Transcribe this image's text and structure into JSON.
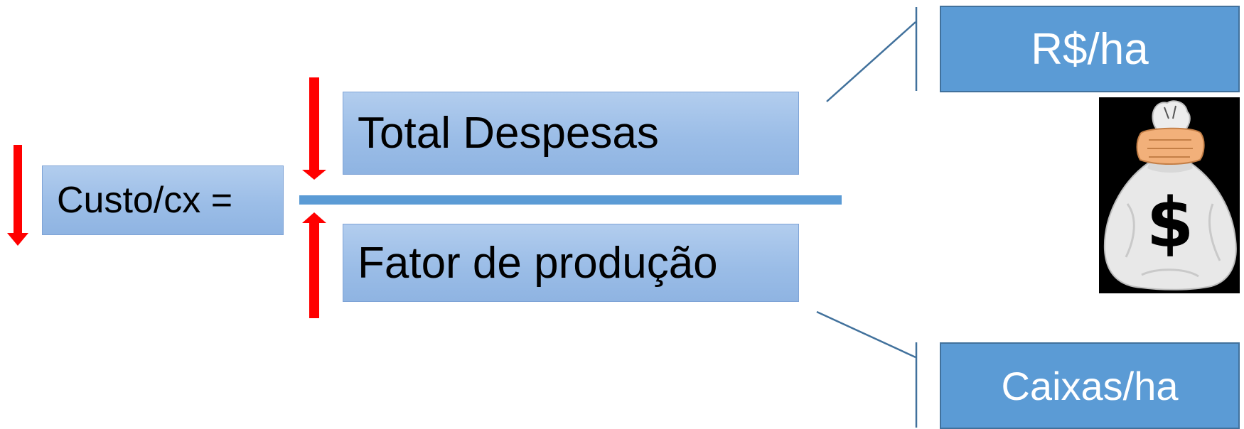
{
  "equation": {
    "lhs": "Custo/cx =",
    "numerator": "Total Despesas",
    "denominator": "Fator de produção"
  },
  "units": {
    "numerator_unit": "R$/ha",
    "denominator_unit": "Caixas/ha"
  },
  "indicators": {
    "lhs_arrow": "down-arrow-icon",
    "numerator_arrow": "down-arrow-icon",
    "denominator_arrow": "up-arrow-icon",
    "arrow_color": "#ff0000"
  },
  "colors": {
    "light_box": "#9bbde7",
    "dark_box": "#5b9bd5",
    "connector": "#41719c"
  },
  "illustration": {
    "icon": "money-bag-icon",
    "symbol": "$"
  }
}
